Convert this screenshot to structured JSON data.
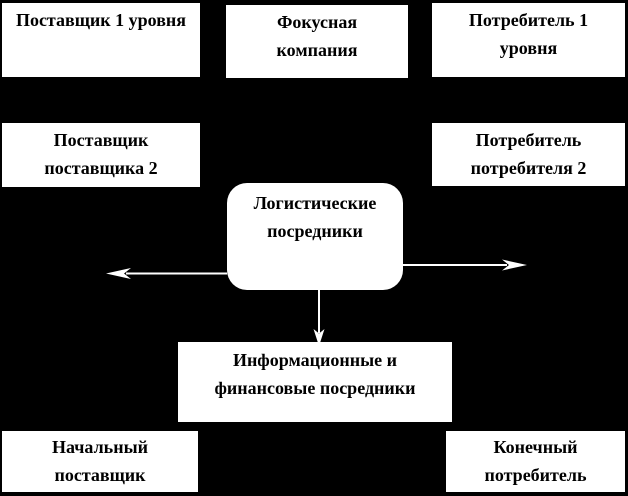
{
  "diagram_title": "supply-chain-structure-diagram",
  "colors": {
    "background": "#000000",
    "box_fill": "#ffffff",
    "text": "#000000",
    "arrow": "#ffffff"
  },
  "boxes": {
    "supplier_level_1": {
      "label": "Поставщик 1 уровня"
    },
    "focus_company": {
      "label": "Фокусная\nкомпания"
    },
    "consumer_level_1": {
      "label": "Потребитель 1\nуровня"
    },
    "supplier_of_supplier_2": {
      "label": "Поставщик\nпоставщика 2"
    },
    "consumer_of_consumer_2": {
      "label": "Потребитель\nпотребителя 2"
    },
    "logistics_intermediaries": {
      "label": "Логистические\nпосредники"
    },
    "info_financial_intermediaries": {
      "label": "Информационные и\nфинансовые посредники"
    },
    "initial_supplier": {
      "label": "Начальный\nпоставщик"
    },
    "final_consumer": {
      "label": "Конечный\nпотребитель"
    }
  },
  "arrows": {
    "left": {
      "direction": "left",
      "from": "logistics_intermediaries"
    },
    "right": {
      "direction": "right",
      "from": "logistics_intermediaries"
    },
    "down": {
      "direction": "down",
      "from": "logistics_intermediaries",
      "to": "info_financial_intermediaries"
    }
  }
}
